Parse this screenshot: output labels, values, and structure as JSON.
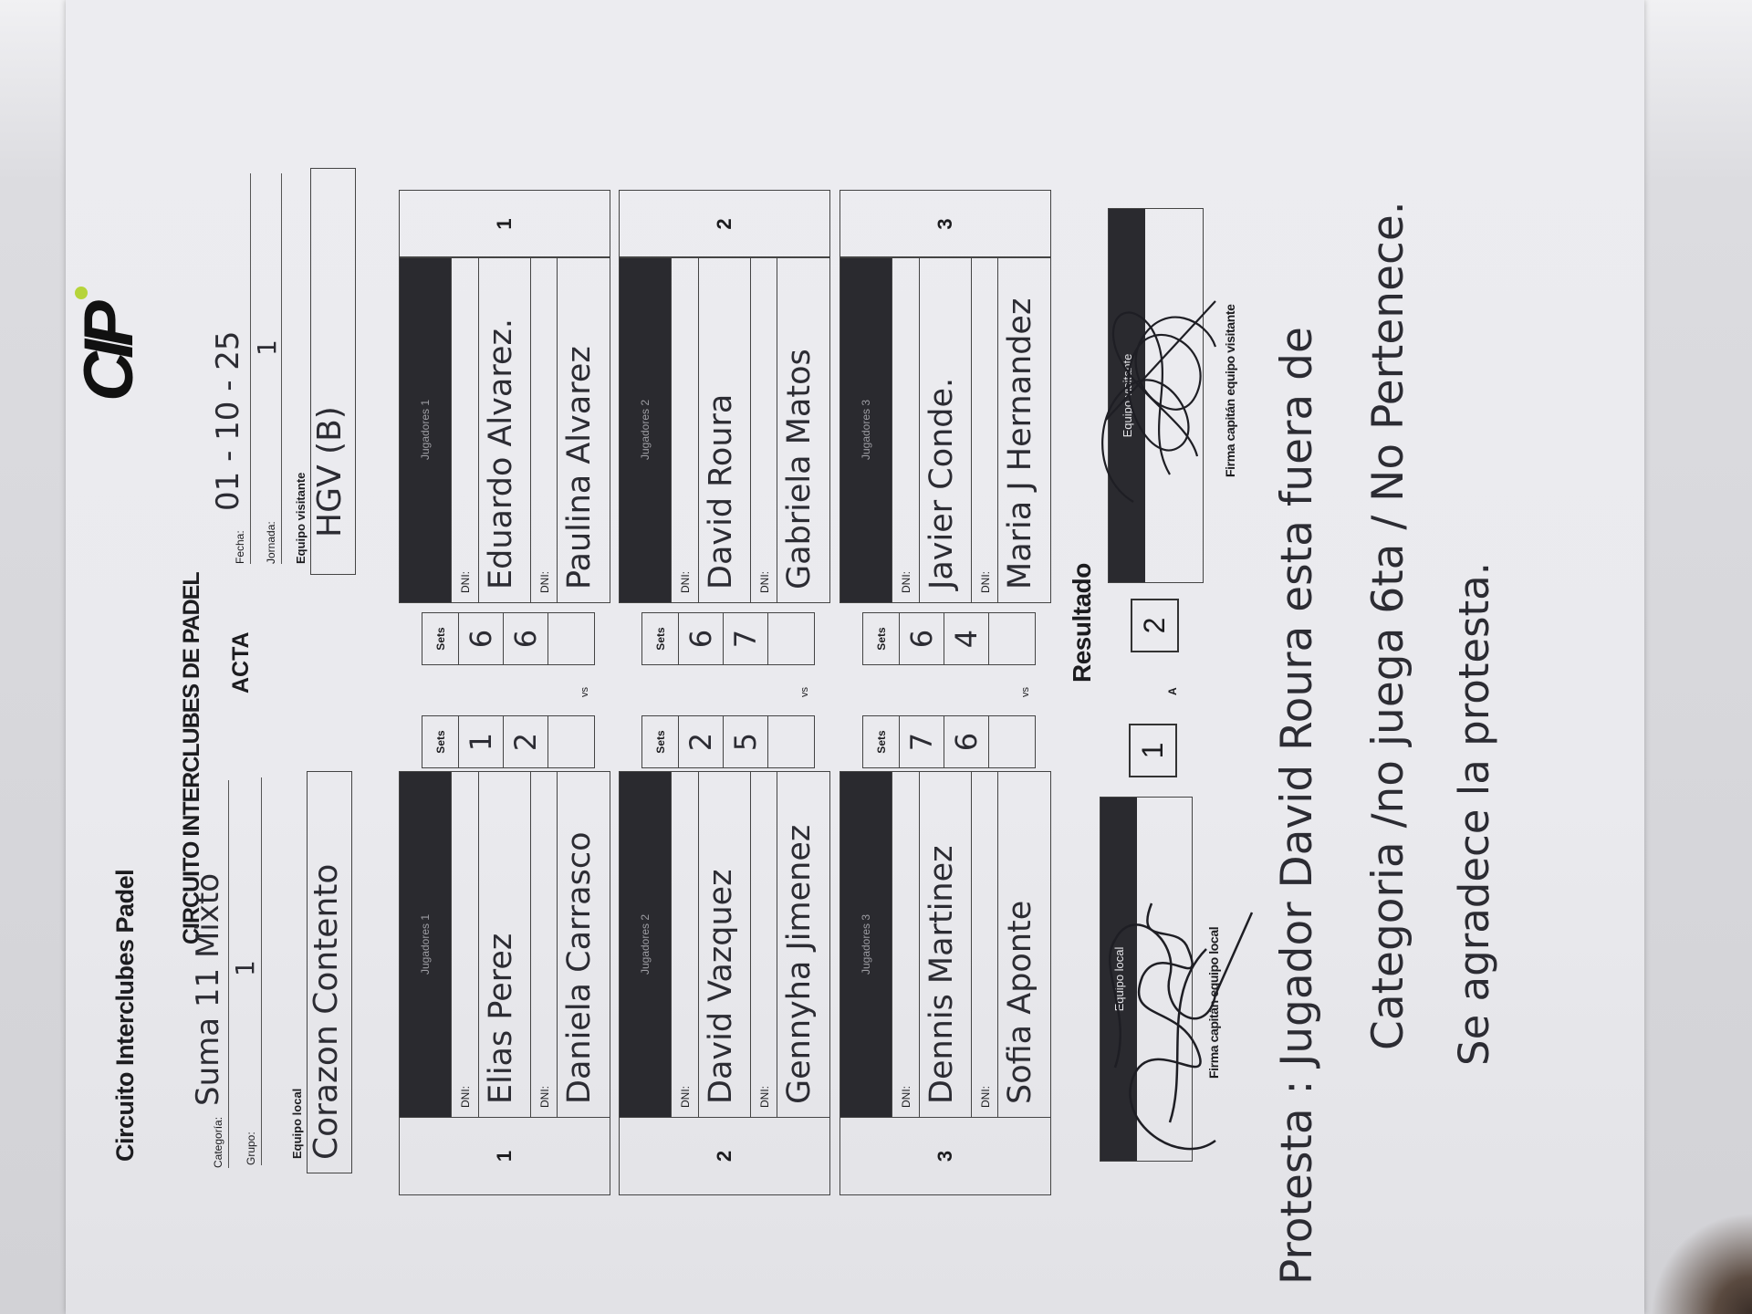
{
  "header": {
    "org_title": "Circuito Interclubes Padel",
    "logo_text": "CIP",
    "main_title": "CIRCUITO INTERCLUBES DE PADEL",
    "doc_type": "ACTA"
  },
  "fields": {
    "categoria_label": "Categoría:",
    "categoria_value": "Suma 11 Mixto",
    "grupo_label": "Grupo:",
    "grupo_value": "1",
    "fecha_label": "Fecha:",
    "fecha_value": "01 - 10 - 25",
    "jornada_label": "Jornada:",
    "jornada_value": "1",
    "equipo_local_label": "Equipo local",
    "equipo_local_value": "Corazon Contento",
    "equipo_visitante_label": "Equipo visitante",
    "equipo_visitante_value": "HGV (B)"
  },
  "labels": {
    "dni": "DNI:",
    "sets": "Sets",
    "vs": "vs"
  },
  "matches": [
    {
      "number": "1",
      "local_header": "Jugadores 1",
      "visitor_header": "Jugadores 1",
      "local_players": [
        "Elias Perez",
        "Daniela Carrasco"
      ],
      "local_sets": [
        "1",
        "2",
        ""
      ],
      "visitor_sets": [
        "6",
        "6",
        ""
      ],
      "visitor_players": [
        "Eduardo Alvarez.",
        "Paulina Alvarez"
      ]
    },
    {
      "number": "2",
      "local_header": "Jugadores 2",
      "visitor_header": "Jugadores 2",
      "local_players": [
        "David Vazquez",
        "Gennyha Jimenez"
      ],
      "local_sets": [
        "2",
        "5",
        ""
      ],
      "visitor_sets": [
        "6",
        "7",
        ""
      ],
      "visitor_players": [
        "David Roura",
        "Gabriela Matos"
      ]
    },
    {
      "number": "3",
      "local_header": "Jugadores 3",
      "visitor_header": "Jugadores 3",
      "local_players": [
        "Dennis Martinez",
        "Sofia Aponte"
      ],
      "local_sets": [
        "7",
        "6",
        ""
      ],
      "visitor_sets": [
        "6",
        "4",
        ""
      ],
      "visitor_players": [
        "Javier Conde.",
        "Maria J Hernandez"
      ]
    }
  ],
  "result": {
    "title": "Resultado",
    "local_label": "Equipo local",
    "visitor_label": "Equipo visitante",
    "local_score": "1",
    "separator": "A",
    "visitor_score": "2",
    "local_signature_label": "Firma capitán equipo local",
    "visitor_signature_label": "Firma capitán equipo visitante"
  },
  "protest": {
    "lines": [
      "Protesta : Jugador David Roura esta fuera de",
      "Categoria /no juega 6ta / No Pertenece.",
      "Se agradece la protesta."
    ]
  }
}
